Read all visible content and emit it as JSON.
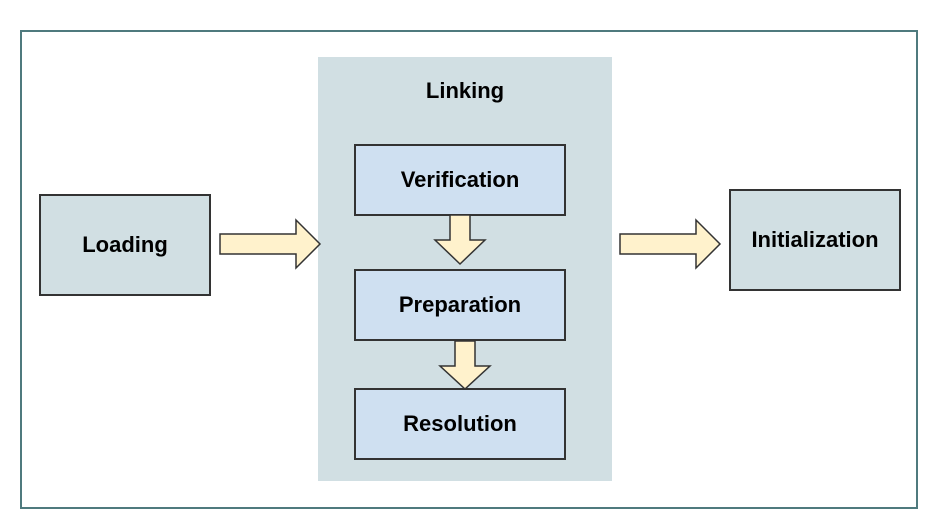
{
  "diagram": {
    "group": {
      "title": "Linking"
    },
    "nodes": {
      "loading": "Loading",
      "initialization": "Initialization",
      "verification": "Verification",
      "preparation": "Preparation",
      "resolution": "Resolution"
    },
    "colors": {
      "frame_border": "#4f7a7e",
      "group_fill": "#d1dfe3",
      "outer_box_fill": "#d1dfe3",
      "inner_box_fill": "#cfe0f1",
      "arrow_fill": "#fff2cc",
      "arrow_stroke": "#333333"
    },
    "edges": [
      {
        "from": "Loading",
        "to": "Linking"
      },
      {
        "from": "Verification",
        "to": "Preparation"
      },
      {
        "from": "Preparation",
        "to": "Resolution"
      },
      {
        "from": "Linking",
        "to": "Initialization"
      }
    ]
  }
}
